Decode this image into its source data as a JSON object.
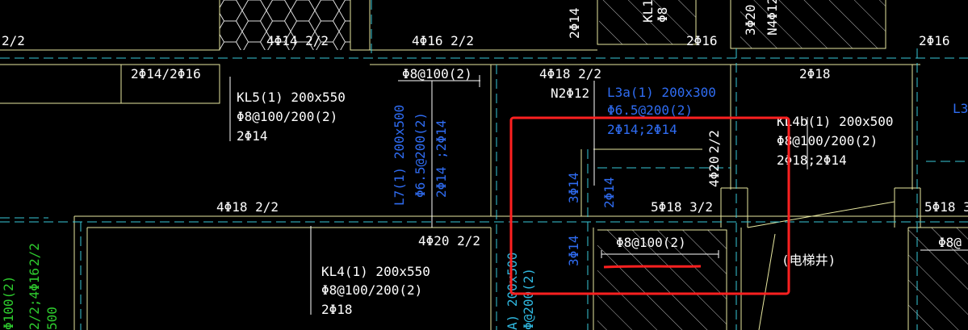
{
  "colors": {
    "background": "#000000",
    "beam_edge": "#e8e8a0",
    "axis_dash": "#37c8d8",
    "white_text": "#ffffff",
    "blue_text": "#2f6cf2",
    "cyan_text": "#2fb8e0",
    "green_text": "#2ecc2e",
    "red_markup": "#ff2020"
  },
  "labels": {
    "l01": "2/2",
    "l02": "4Φ14 2/2",
    "l03": "4Φ16 2/2",
    "l04": "2Φ14",
    "l05": "KL1",
    "l06": "Φ8",
    "l07": "2Φ16",
    "l08": "3Φ20",
    "l09": "N4Φ12",
    "l10": "2Φ16",
    "l11": "2Φ14/2Φ16",
    "l12": "Φ8@100(2)",
    "l13": "4Φ18 2/2",
    "l14": "N2Φ12",
    "l15": "2Φ18",
    "l16": "KL5(1) 200x550",
    "l17": "Φ8@100/200(2)",
    "l18": "2Φ14",
    "l19": "L3a(1) 200x300",
    "l20": "Φ6.5@200(2)",
    "l21": "2Φ14;2Φ14",
    "l22": "L7(1) 200x500",
    "l23": "Φ6.5@200(2)",
    "l24": "2Φ14 ;2Φ14",
    "l25": "KL4b(1) 200x500",
    "l26": "Φ8@100/200(2)",
    "l27": "2Φ18;2Φ14",
    "l28": "L3",
    "l29": "2/2",
    "l30": "4Φ20",
    "l31": "3Φ14",
    "l32": "2Φ14",
    "l33": "5Φ18 3/2",
    "l34": "5Φ18 3/",
    "l35": "4Φ18 2/2",
    "l36": "4Φ20 2/2",
    "l37": "3Φ14",
    "l38": "Φ8@100(2)",
    "l39": "(电梯井)",
    "l40": "Φ8@",
    "l41": "KL4(1) 200x550",
    "l42": "Φ8@100/200(2)",
    "l43": "2Φ18",
    "l44": "2/2",
    "l45": "2/2;4Φ16",
    "l46": "Φ100(2)",
    "l47": "500",
    "l48": "A) 200x500",
    "l49": "Φ@200(2)"
  }
}
